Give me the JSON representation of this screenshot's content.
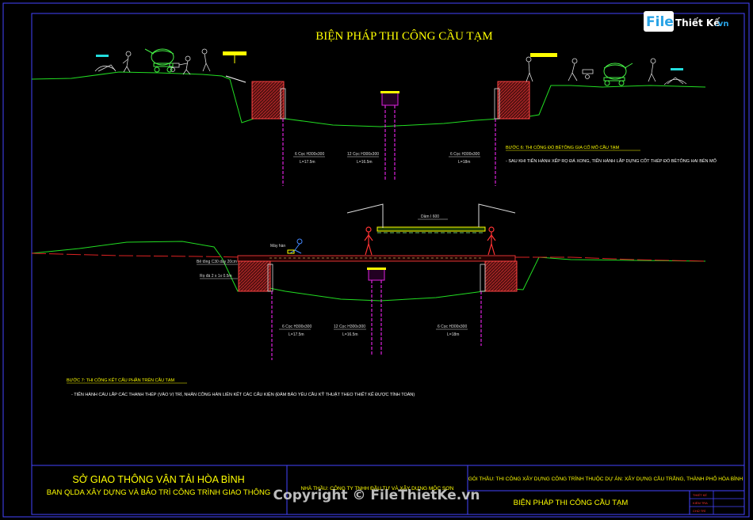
{
  "drawing": {
    "title": "BIỆN PHÁP THI CÔNG CẦU TẠM",
    "colors": {
      "ground": "#22dd22",
      "pile": "#dd22dd",
      "abutment": "#cc2222",
      "beam": "#ffff00",
      "frame": "#4444ff",
      "dim": "#dddddd"
    },
    "upper": {
      "pile_left": {
        "name": "6 Cọc H300x300",
        "length": "L=17.5m"
      },
      "pile_center": {
        "name": "12 Cọc H300x300",
        "length": "L=16.5m"
      },
      "pile_right": {
        "name": "6 Cọc H300x300",
        "length": "L=18m"
      },
      "step_title": "BƯỚC 6: THI CÔNG ĐỔ BÊTÔNG GIA CỐ MỐ CẦU TẠM",
      "step_text": "- SAU KHI TIẾN HÀNH XẾP RỌ ĐÁ XONG, TIẾN HÀNH LẮP DỰNG CỐT THÉP ĐỔ BÊTÔNG HAI BÊN MỐ"
    },
    "lower": {
      "beam_label": "Dầm I 600",
      "crane_label": "Máy hàn",
      "slab_label": "Bê tông C30 dày 20cm",
      "gabion_label": "Rọ đá 2 x 1x 0.5m",
      "pile_left": {
        "name": "6 Cọc H300x300",
        "length": "L=17.5m"
      },
      "pile_center": {
        "name": "12 Cọc H300x300",
        "length": "L=16.5m"
      },
      "pile_right": {
        "name": "6 Cọc H300x300",
        "length": "L=18m"
      },
      "step_title": "BƯỚC 7: THI CÔNG KẾT CẤU PHẦN TRÊN CẦU TẠM",
      "step_text": "- TIẾN HÀNH CẨU LẮP CÁC THANH THÉP (VÀO VỊ TRÍ, NHÂN CÔNG HÀN LIÊN KẾT CÁC CẤU KIỆN (ĐẢM BẢO YÊU CẦU KỸ THUẬT THEO THIẾT KẾ ĐƯỢC TÍNH TOÁN)"
    }
  },
  "title_block": {
    "agency": "SỞ GIAO THÔNG VẬN TẢI HÒA BÌNH",
    "board": "BAN QLDA XÂY DỰNG VÀ BẢO TRÌ CÔNG TRÌNH GIAO THÔNG",
    "contractor": "NHÀ THẦU: CÔNG TY TNHH ĐẦU TƯ VÀ XÂY DỰNG MỘC SƠN",
    "package": "GÓI THẦU: THI CÔNG XÂY DỰNG CÔNG TRÌNH THUỘC DỰ ÁN: XÂY DỰNG CẦU TRẮNG, THÀNH PHỐ HÒA BÌNH",
    "sheet_title": "BIỆN PHÁP THI CÔNG CẦU TẠM",
    "sign_rows": [
      "THIẾT KẾ",
      "KIỂM TRA",
      "CHỦ TRÌ"
    ]
  },
  "logo": {
    "part1": "File",
    "part2": "Thiết Kế",
    "part3": ".vn"
  },
  "watermark": "Copyright © FileThietKe.vn"
}
